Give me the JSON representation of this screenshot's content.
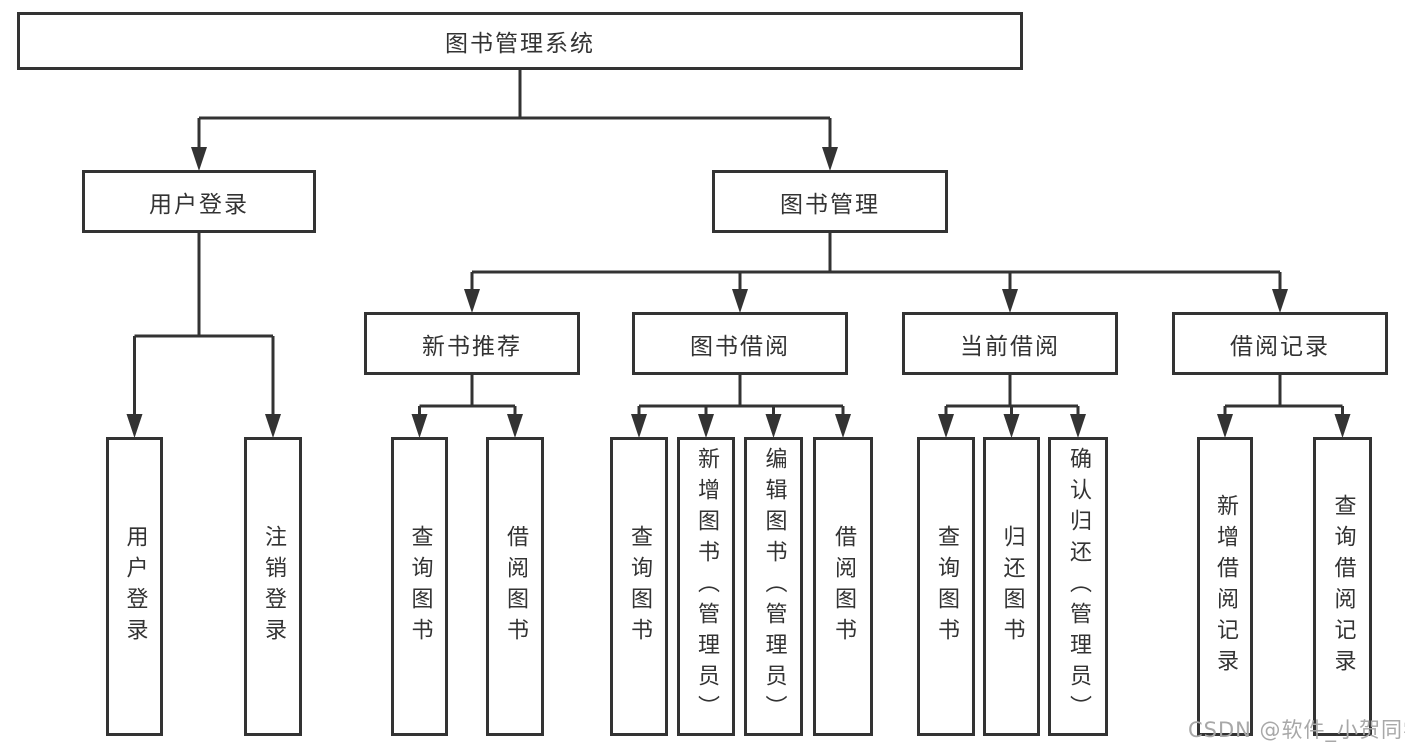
{
  "diagram": {
    "type": "hierarchy-tree",
    "title": "图书管理系统"
  },
  "colors": {
    "line": "#333333",
    "box_border": "#333333",
    "text": "#333333",
    "background": "#ffffff",
    "watermark": "#a8a8a8"
  },
  "nodes": [
    {
      "id": "root",
      "label": "图书管理系统",
      "level": 1,
      "orientation": "horizontal"
    },
    {
      "id": "user-login",
      "label": "用户登录",
      "level": 2,
      "orientation": "horizontal"
    },
    {
      "id": "book-mgmt",
      "label": "图书管理",
      "level": 2,
      "orientation": "horizontal"
    },
    {
      "id": "new-book-rec",
      "label": "新书推荐",
      "level": 3,
      "orientation": "horizontal"
    },
    {
      "id": "book-borrow",
      "label": "图书借阅",
      "level": 3,
      "orientation": "horizontal"
    },
    {
      "id": "current-borrow",
      "label": "当前借阅",
      "level": 3,
      "orientation": "horizontal"
    },
    {
      "id": "borrow-records",
      "label": "借阅记录",
      "level": 3,
      "orientation": "horizontal"
    },
    {
      "id": "lf-user-login",
      "label": "用户登录",
      "level": 4,
      "orientation": "vertical"
    },
    {
      "id": "lf-logout",
      "label": "注销登录",
      "level": 4,
      "orientation": "vertical"
    },
    {
      "id": "lf-nb-query",
      "label": "查询图书",
      "level": 4,
      "orientation": "vertical"
    },
    {
      "id": "lf-nb-borrow",
      "label": "借阅图书",
      "level": 4,
      "orientation": "vertical"
    },
    {
      "id": "lf-bb-query",
      "label": "查询图书",
      "level": 4,
      "orientation": "vertical"
    },
    {
      "id": "lf-bb-add",
      "label": "新增图书（管理员）",
      "level": 4,
      "orientation": "vertical"
    },
    {
      "id": "lf-bb-edit",
      "label": "编辑图书（管理员）",
      "level": 4,
      "orientation": "vertical"
    },
    {
      "id": "lf-bb-borrow",
      "label": "借阅图书",
      "level": 4,
      "orientation": "vertical"
    },
    {
      "id": "lf-cb-query",
      "label": "查询图书",
      "level": 4,
      "orientation": "vertical"
    },
    {
      "id": "lf-cb-return",
      "label": "归还图书",
      "level": 4,
      "orientation": "vertical"
    },
    {
      "id": "lf-cb-confirm",
      "label": "确认归还（管理员）",
      "level": 4,
      "orientation": "vertical"
    },
    {
      "id": "lf-br-add",
      "label": "新增借阅记录",
      "level": 4,
      "orientation": "vertical"
    },
    {
      "id": "lf-br-query",
      "label": "查询借阅记录",
      "level": 4,
      "orientation": "vertical"
    }
  ],
  "edges": [
    {
      "from": "root",
      "to": "user-login"
    },
    {
      "from": "root",
      "to": "book-mgmt"
    },
    {
      "from": "user-login",
      "to": "lf-user-login"
    },
    {
      "from": "user-login",
      "to": "lf-logout"
    },
    {
      "from": "book-mgmt",
      "to": "new-book-rec"
    },
    {
      "from": "book-mgmt",
      "to": "book-borrow"
    },
    {
      "from": "book-mgmt",
      "to": "current-borrow"
    },
    {
      "from": "book-mgmt",
      "to": "borrow-records"
    },
    {
      "from": "new-book-rec",
      "to": "lf-nb-query"
    },
    {
      "from": "new-book-rec",
      "to": "lf-nb-borrow"
    },
    {
      "from": "book-borrow",
      "to": "lf-bb-query"
    },
    {
      "from": "book-borrow",
      "to": "lf-bb-add"
    },
    {
      "from": "book-borrow",
      "to": "lf-bb-edit"
    },
    {
      "from": "book-borrow",
      "to": "lf-bb-borrow"
    },
    {
      "from": "current-borrow",
      "to": "lf-cb-query"
    },
    {
      "from": "current-borrow",
      "to": "lf-cb-return"
    },
    {
      "from": "current-borrow",
      "to": "lf-cb-confirm"
    },
    {
      "from": "borrow-records",
      "to": "lf-br-add"
    },
    {
      "from": "borrow-records",
      "to": "lf-br-query"
    }
  ],
  "watermark": {
    "text": "CSDN @软件_小贺同学"
  }
}
